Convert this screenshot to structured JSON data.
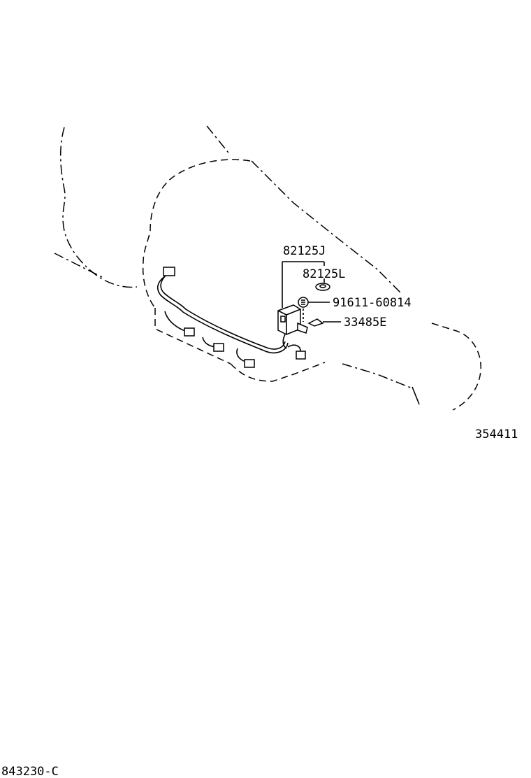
{
  "diagram": {
    "parts": [
      {
        "key": "harness",
        "number": "82125J"
      },
      {
        "key": "grommet",
        "number": "82125L"
      },
      {
        "key": "bolt",
        "number": "91611-60814"
      },
      {
        "key": "clamp",
        "number": "33485E"
      }
    ],
    "illustration_number": "354411",
    "figure_code": "843230-C"
  }
}
